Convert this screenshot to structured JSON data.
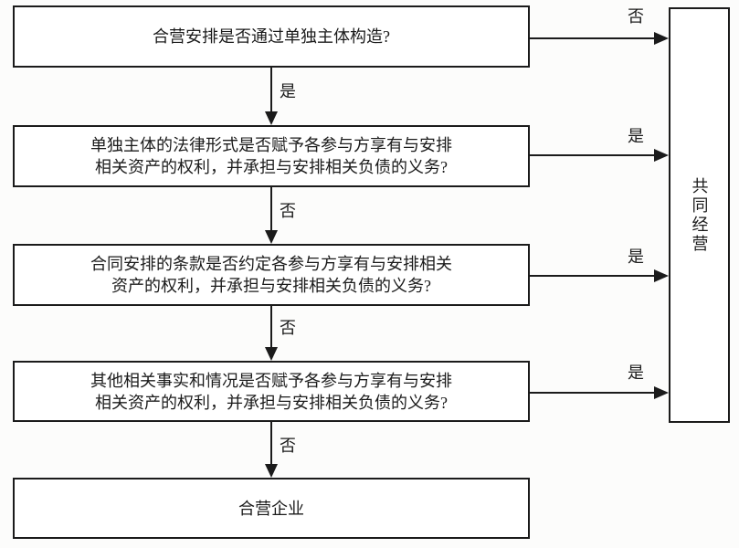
{
  "flowchart": {
    "type": "decision-flowchart",
    "language": "zh-CN",
    "topic": "合营安排分类（共同经营 / 合营企业）判断流程",
    "questions": [
      {
        "id": "q1",
        "lines": [
          "合营安排是否通过单独主体构造?"
        ]
      },
      {
        "id": "q2",
        "lines": [
          "单独主体的法律形式是否赋予各参与方享有与安排",
          "相关资产的权利，并承担与安排相关负债的义务?"
        ]
      },
      {
        "id": "q3",
        "lines": [
          "合同安排的条款是否约定各参与方享有与安排相关",
          "资产的权利，并承担与安排相关负债的义务?"
        ]
      },
      {
        "id": "q4",
        "lines": [
          "其他相关事实和情况是否赋予各参与方享有与安排",
          "相关资产的权利，并承担与安排相关负债的义务?"
        ]
      }
    ],
    "results": {
      "joint_operation": "共同经营",
      "joint_venture": "合营企业"
    },
    "edge_labels": {
      "q1_down": "是",
      "q2_down": "否",
      "q3_down": "否",
      "q4_down": "否",
      "q1_right": "否",
      "q2_right": "是",
      "q3_right": "是",
      "q4_right": "是"
    },
    "colors": {
      "line": "#1b1b1b",
      "box_fill": "#ffffff",
      "background": "#fcfcfb"
    }
  }
}
